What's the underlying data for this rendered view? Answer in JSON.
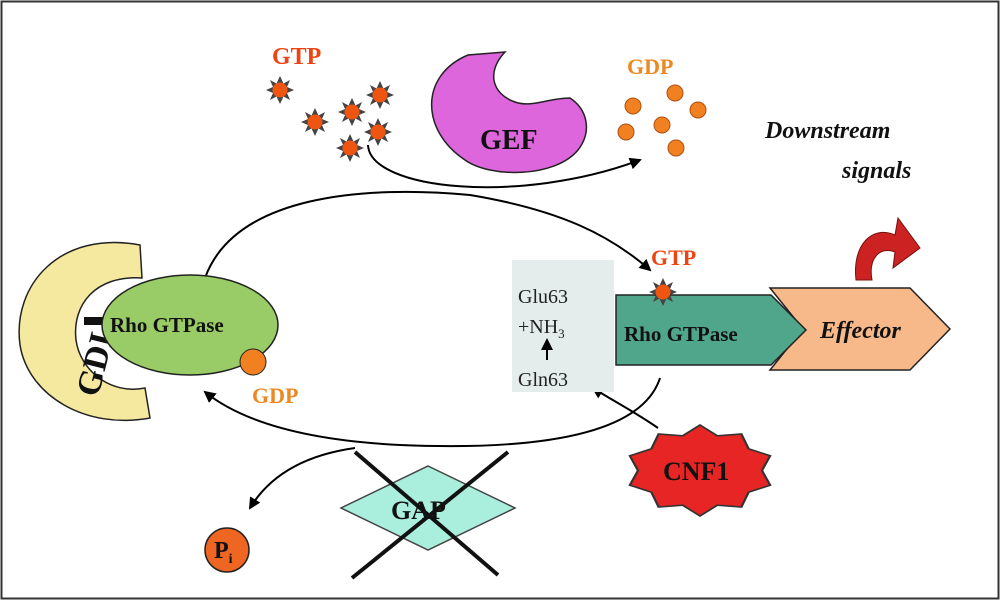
{
  "labels": {
    "gtp_top": "GTP",
    "gdp_top": "GDP",
    "gef": "GEF",
    "downstream_line1": "Downstream",
    "downstream_line2": "signals",
    "gtp_bound": "GTP",
    "glu63": "Glu63",
    "nh3_prefix": "+NH",
    "nh3_sub": "3",
    "gln63": "Gln63",
    "rho_active": "Rho GTPase",
    "effector": "Effector",
    "gdi": "GDI",
    "rho_inactive": "Rho GTPase",
    "gdp_bound": "GDP",
    "cnf1": "CNF1",
    "gap": "GAP",
    "pi_main": "P",
    "pi_sub": "i"
  },
  "colors": {
    "gtp_text": "#ee4411",
    "gdp_text": "#ee8822",
    "gtp_star": "#ee5511",
    "gdp_dot": "#f08020",
    "gef_fill": "#dd66dd",
    "gdi_fill": "#f5e9a0",
    "rho_inactive_fill": "#99cc66",
    "rho_active_fill": "#4fa68a",
    "effector_fill": "#f8b98a",
    "cnf1_fill": "#e82525",
    "gap_fill": "#aaeedd",
    "pi_fill": "#ee6622",
    "downstream_arrow": "#cc2222",
    "residue_box": "#e4ecec"
  }
}
